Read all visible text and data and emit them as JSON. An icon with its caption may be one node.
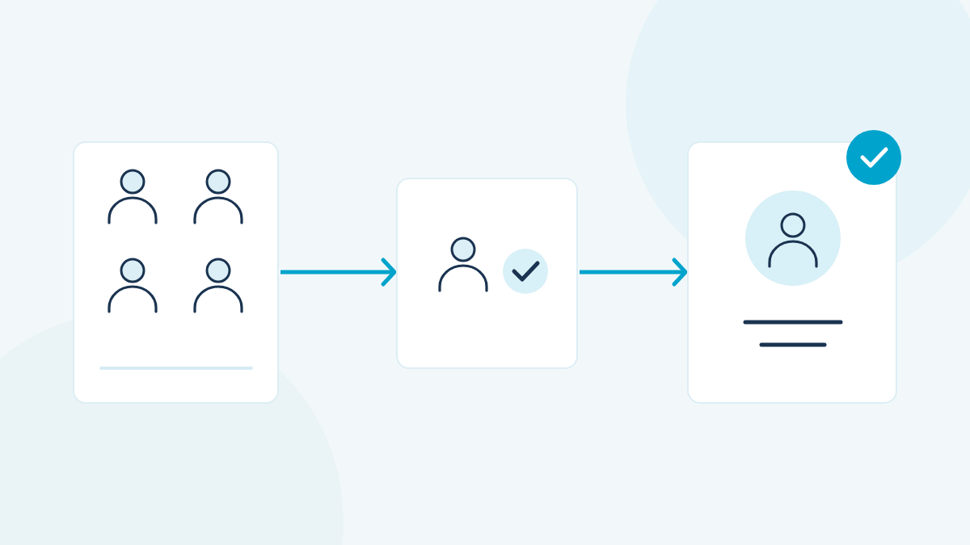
{
  "diagram": {
    "nodes": [
      {
        "text": [],
        "shape": "box"
      },
      {
        "text": [],
        "shape": "box"
      },
      {
        "text": [],
        "shape": "box"
      }
    ],
    "edges": [
      {
        "from": 0,
        "to": 1,
        "arrow": "to"
      },
      {
        "from": 1,
        "to": 2,
        "arrow": "to"
      }
    ]
  }
}
